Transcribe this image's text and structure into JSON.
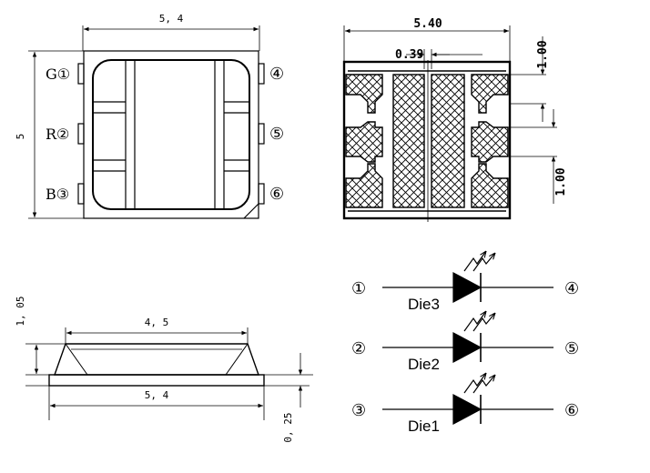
{
  "top_view": {
    "width_label": "5, 4",
    "height_label": "5",
    "pins_left": [
      "G①",
      "R②",
      "B③"
    ],
    "pins_right": [
      "④",
      "⑤",
      "⑥"
    ]
  },
  "pad_view": {
    "width_label": "5.40",
    "gap_label": "0.39",
    "pitch_top_label": "1.00",
    "pitch_bottom_label": "1.00"
  },
  "side_view": {
    "height_label": "1, 05",
    "top_width_label": "4, 5",
    "bottom_width_label": "5, 4",
    "base_label": "0, 25"
  },
  "schematic": {
    "rows": [
      {
        "left": "①",
        "right": "④",
        "die": "Die3"
      },
      {
        "left": "②",
        "right": "⑤",
        "die": "Die2"
      },
      {
        "left": "③",
        "right": "⑥",
        "die": "Die1"
      }
    ]
  }
}
